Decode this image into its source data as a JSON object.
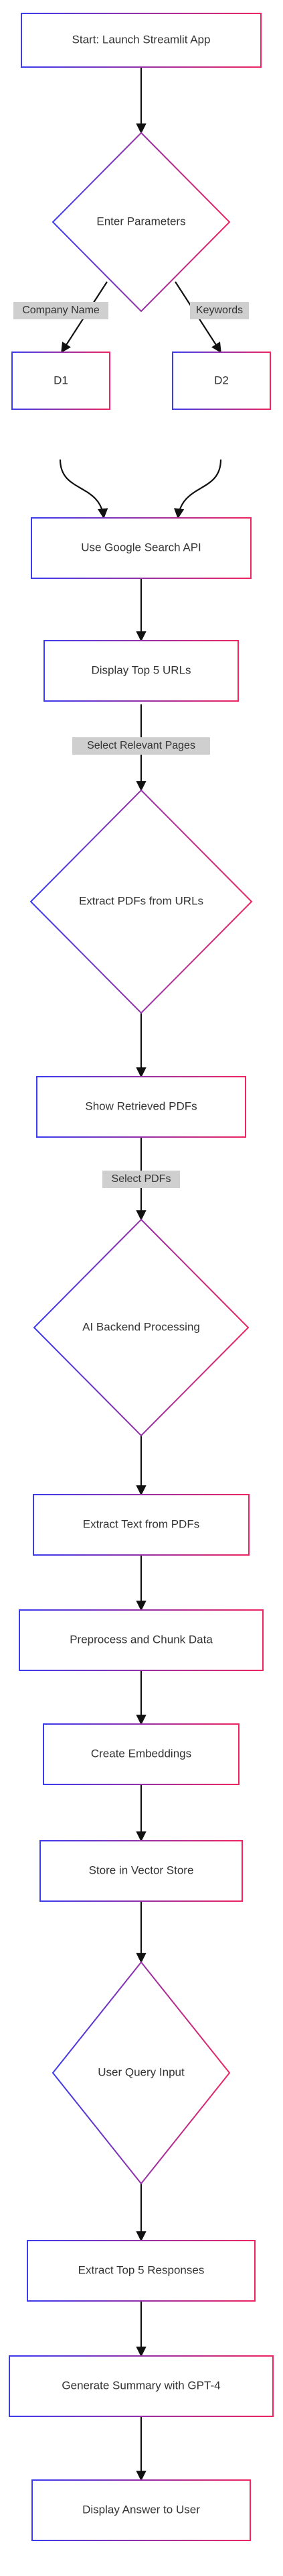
{
  "flowchart": {
    "nodes": {
      "start": "Start: Launch Streamlit App",
      "enter_parameters": "Enter Parameters",
      "d1": "D1",
      "d2": "D2",
      "google_search": "Use Google Search API",
      "top_urls": "Display Top 5 URLs",
      "extract_pdfs": "Extract PDFs from URLs",
      "show_pdfs": "Show Retrieved PDFs",
      "ai_backend": "AI Backend Processing",
      "extract_text": "Extract Text from PDFs",
      "preprocess": "Preprocess and Chunk Data",
      "embeddings": "Create Embeddings",
      "vector_store": "Store in Vector Store",
      "user_query": "User Query Input",
      "top_responses": "Extract Top 5 Responses",
      "gpt4_summary": "Generate Summary with GPT-4",
      "display_answer": "Display Answer to User"
    },
    "edge_labels": {
      "company_name": "Company Name",
      "keywords": "Keywords",
      "select_relevant_pages": "Select Relevant Pages",
      "select_pdfs": "Select PDFs"
    },
    "colors": {
      "node_border_left": "#3b3bef",
      "node_border_right": "#ee2560",
      "edge": "#111111",
      "edge_label_background": "#cfcfcf",
      "text": "#333333"
    }
  }
}
